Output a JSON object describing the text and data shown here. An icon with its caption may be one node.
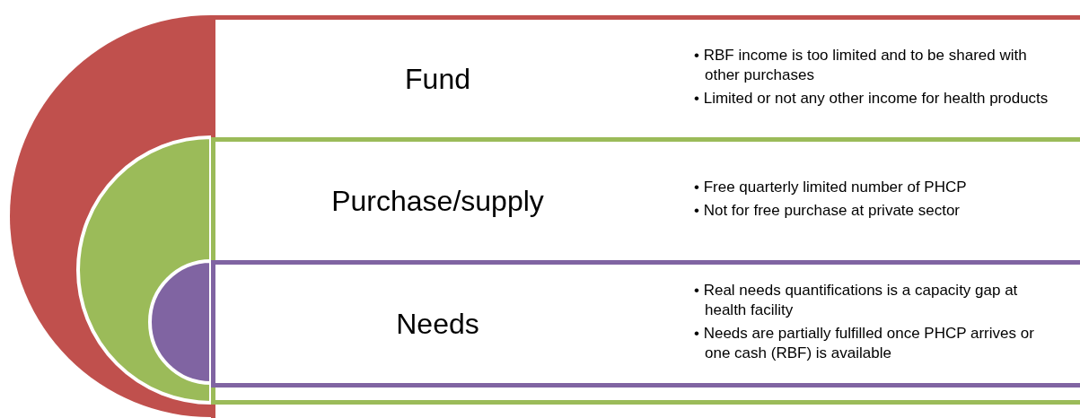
{
  "diagram": {
    "nodes": [
      {
        "text": [
          "Fund",
          "• RBF income is too limited and to be shared with other purchases",
          "• Limited or not any other income for health products"
        ]
      },
      {
        "text": [
          "Purchase/supply",
          "• Free quarterly limited number of PHCP",
          "• Not for free purchase at private sector"
        ],
        "in": 0
      },
      {
        "text": [
          "Needs",
          "• Real needs quantifications is a capacity gap at health facility",
          "• Needs are partially fulfilled once PHCP arrives or one cash (RBF) is available"
        ],
        "in": 1
      }
    ]
  }
}
